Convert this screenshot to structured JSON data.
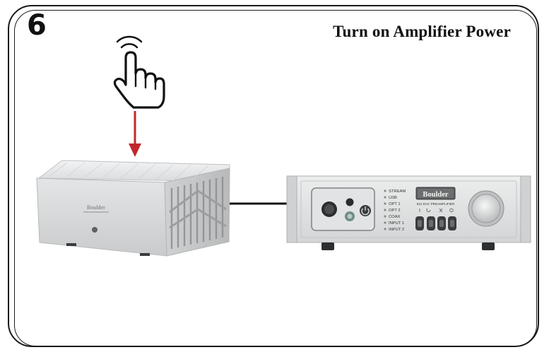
{
  "step": {
    "number": "6",
    "title": "Turn on Amplifier Power"
  },
  "amplifier": {
    "brand": "Boulder"
  },
  "preamp": {
    "brand": "Boulder",
    "model": "812 DAC PREAMPLIFIER",
    "inputs": [
      "STREAM",
      "USB",
      "OPT 1",
      "OPT 2",
      "COAX",
      "INPUT 1",
      "INPUT 2"
    ]
  },
  "icons": [
    "pointing-hand-icon",
    "down-arrow-icon",
    "power-icon"
  ],
  "colors": {
    "arrow": "#c0272d",
    "outline": "#1a1a1a",
    "chassis": "#d8dadb"
  }
}
